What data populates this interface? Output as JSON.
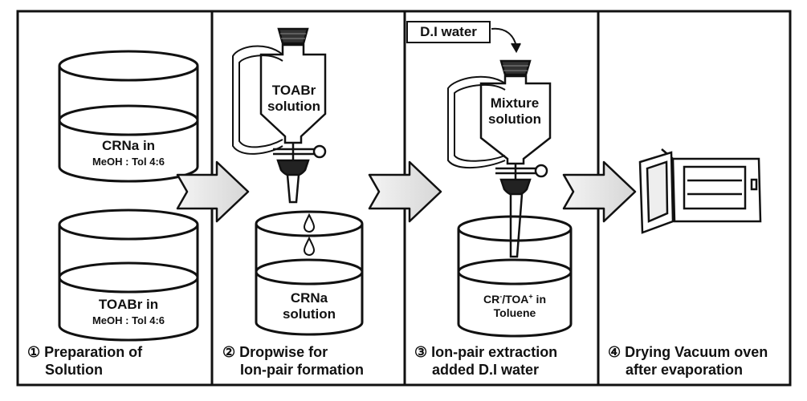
{
  "panels": [
    {
      "number": "①",
      "caption": [
        "Preparation of",
        "Solution"
      ],
      "beakers": [
        {
          "line1": "CRNa  in",
          "line2": "MeOH : Tol 4:6"
        },
        {
          "line1": "TOABr  in",
          "line2": "MeOH : Tol 4:6"
        }
      ]
    },
    {
      "number": "②",
      "caption": [
        "Dropwise for",
        "Ion-pair formation"
      ],
      "funnel_label": [
        "TOABr",
        "solution"
      ],
      "beaker_label": [
        "CRNa",
        "solution"
      ]
    },
    {
      "number": "③",
      "caption": [
        "Ion-pair extraction",
        "added D.I water"
      ],
      "water_box": "D.I water",
      "funnel_label": [
        "Mixture",
        "solution"
      ],
      "beaker_label": {
        "cr": "CR",
        "cr_sup": "-",
        "sep": "/TOA",
        "toa_sup": "+",
        "tail": " in",
        "line2": "Toluene"
      }
    },
    {
      "number": "④",
      "caption": [
        "Drying Vacuum oven",
        "after evaporation"
      ]
    }
  ],
  "icons": [
    "beaker-icon",
    "separatory-funnel-icon",
    "droplet-icon",
    "process-arrow-icon",
    "vacuum-oven-icon"
  ]
}
